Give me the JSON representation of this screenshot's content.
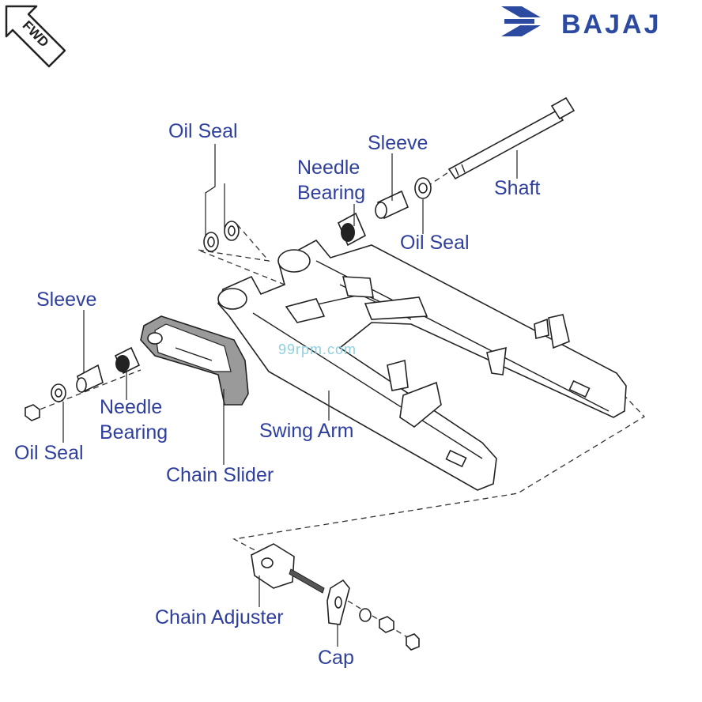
{
  "brand": {
    "name": "BAJAJ",
    "color": "#2b4aa0"
  },
  "badge": {
    "text": "FWD"
  },
  "watermark": {
    "text": "99rpm.com"
  },
  "labels": {
    "oil_seal_top": "Oil Seal",
    "sleeve_top": "Sleeve",
    "needle_bearing_top_1": "Needle",
    "needle_bearing_top_2": "Bearing",
    "shaft": "Shaft",
    "oil_seal_right": "Oil Seal",
    "sleeve_left": "Sleeve",
    "needle_bearing_left_1": "Needle",
    "needle_bearing_left_2": "Bearing",
    "oil_seal_left": "Oil Seal",
    "swing_arm": "Swing Arm",
    "chain_slider": "Chain Slider",
    "chain_adjuster": "Chain Adjuster",
    "cap": "Cap"
  },
  "colors": {
    "label": "#2e3f9e",
    "line": "#222222"
  }
}
